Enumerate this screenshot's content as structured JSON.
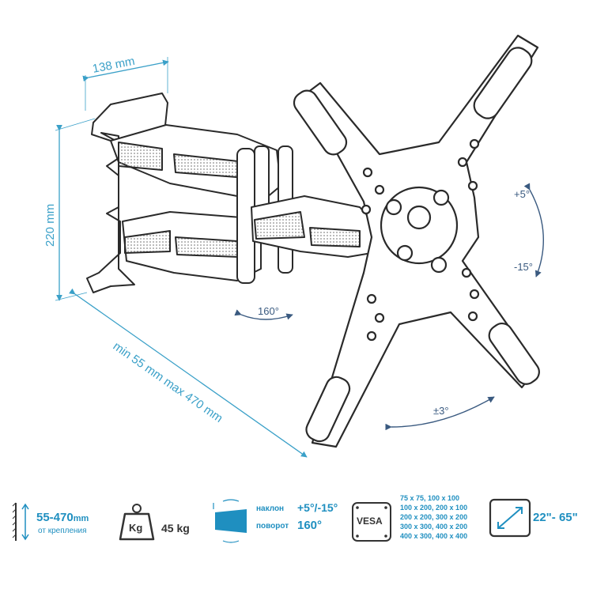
{
  "diagram": {
    "depth_label": "138 mm",
    "height_label": "220 mm",
    "reach_label": "min 55 mm max 470 mm",
    "swivel_label": "160°",
    "tilt_up_label": "+5°",
    "tilt_down_label": "-15°",
    "rotation_label": "±3°"
  },
  "specs": {
    "distance": {
      "value": "55-470",
      "unit": "mm",
      "caption": "от крепления"
    },
    "weight": {
      "icon_text": "Kg",
      "value": "45 kg"
    },
    "motion": {
      "tilt_label": "наклон",
      "tilt_value": "+5°/-15°",
      "swivel_label": "поворот",
      "swivel_value": "160°"
    },
    "vesa": {
      "badge": "VESA",
      "sizes": [
        "75 x 75, 100 x 100",
        "100 x 200, 200 x 100",
        "200 x 200, 300 x 200",
        "300 x 300, 400 x 200",
        "400 x 300, 400 x 400"
      ]
    },
    "screen": {
      "range": "22\"- 65\""
    }
  },
  "colors": {
    "accent": "#3aa0c8",
    "line": "#333333",
    "mesh": "#9a9a9a"
  },
  "icons": [
    "wall-distance-icon",
    "weight-icon",
    "tilt-swivel-icon",
    "vesa-icon",
    "screen-size-icon"
  ]
}
